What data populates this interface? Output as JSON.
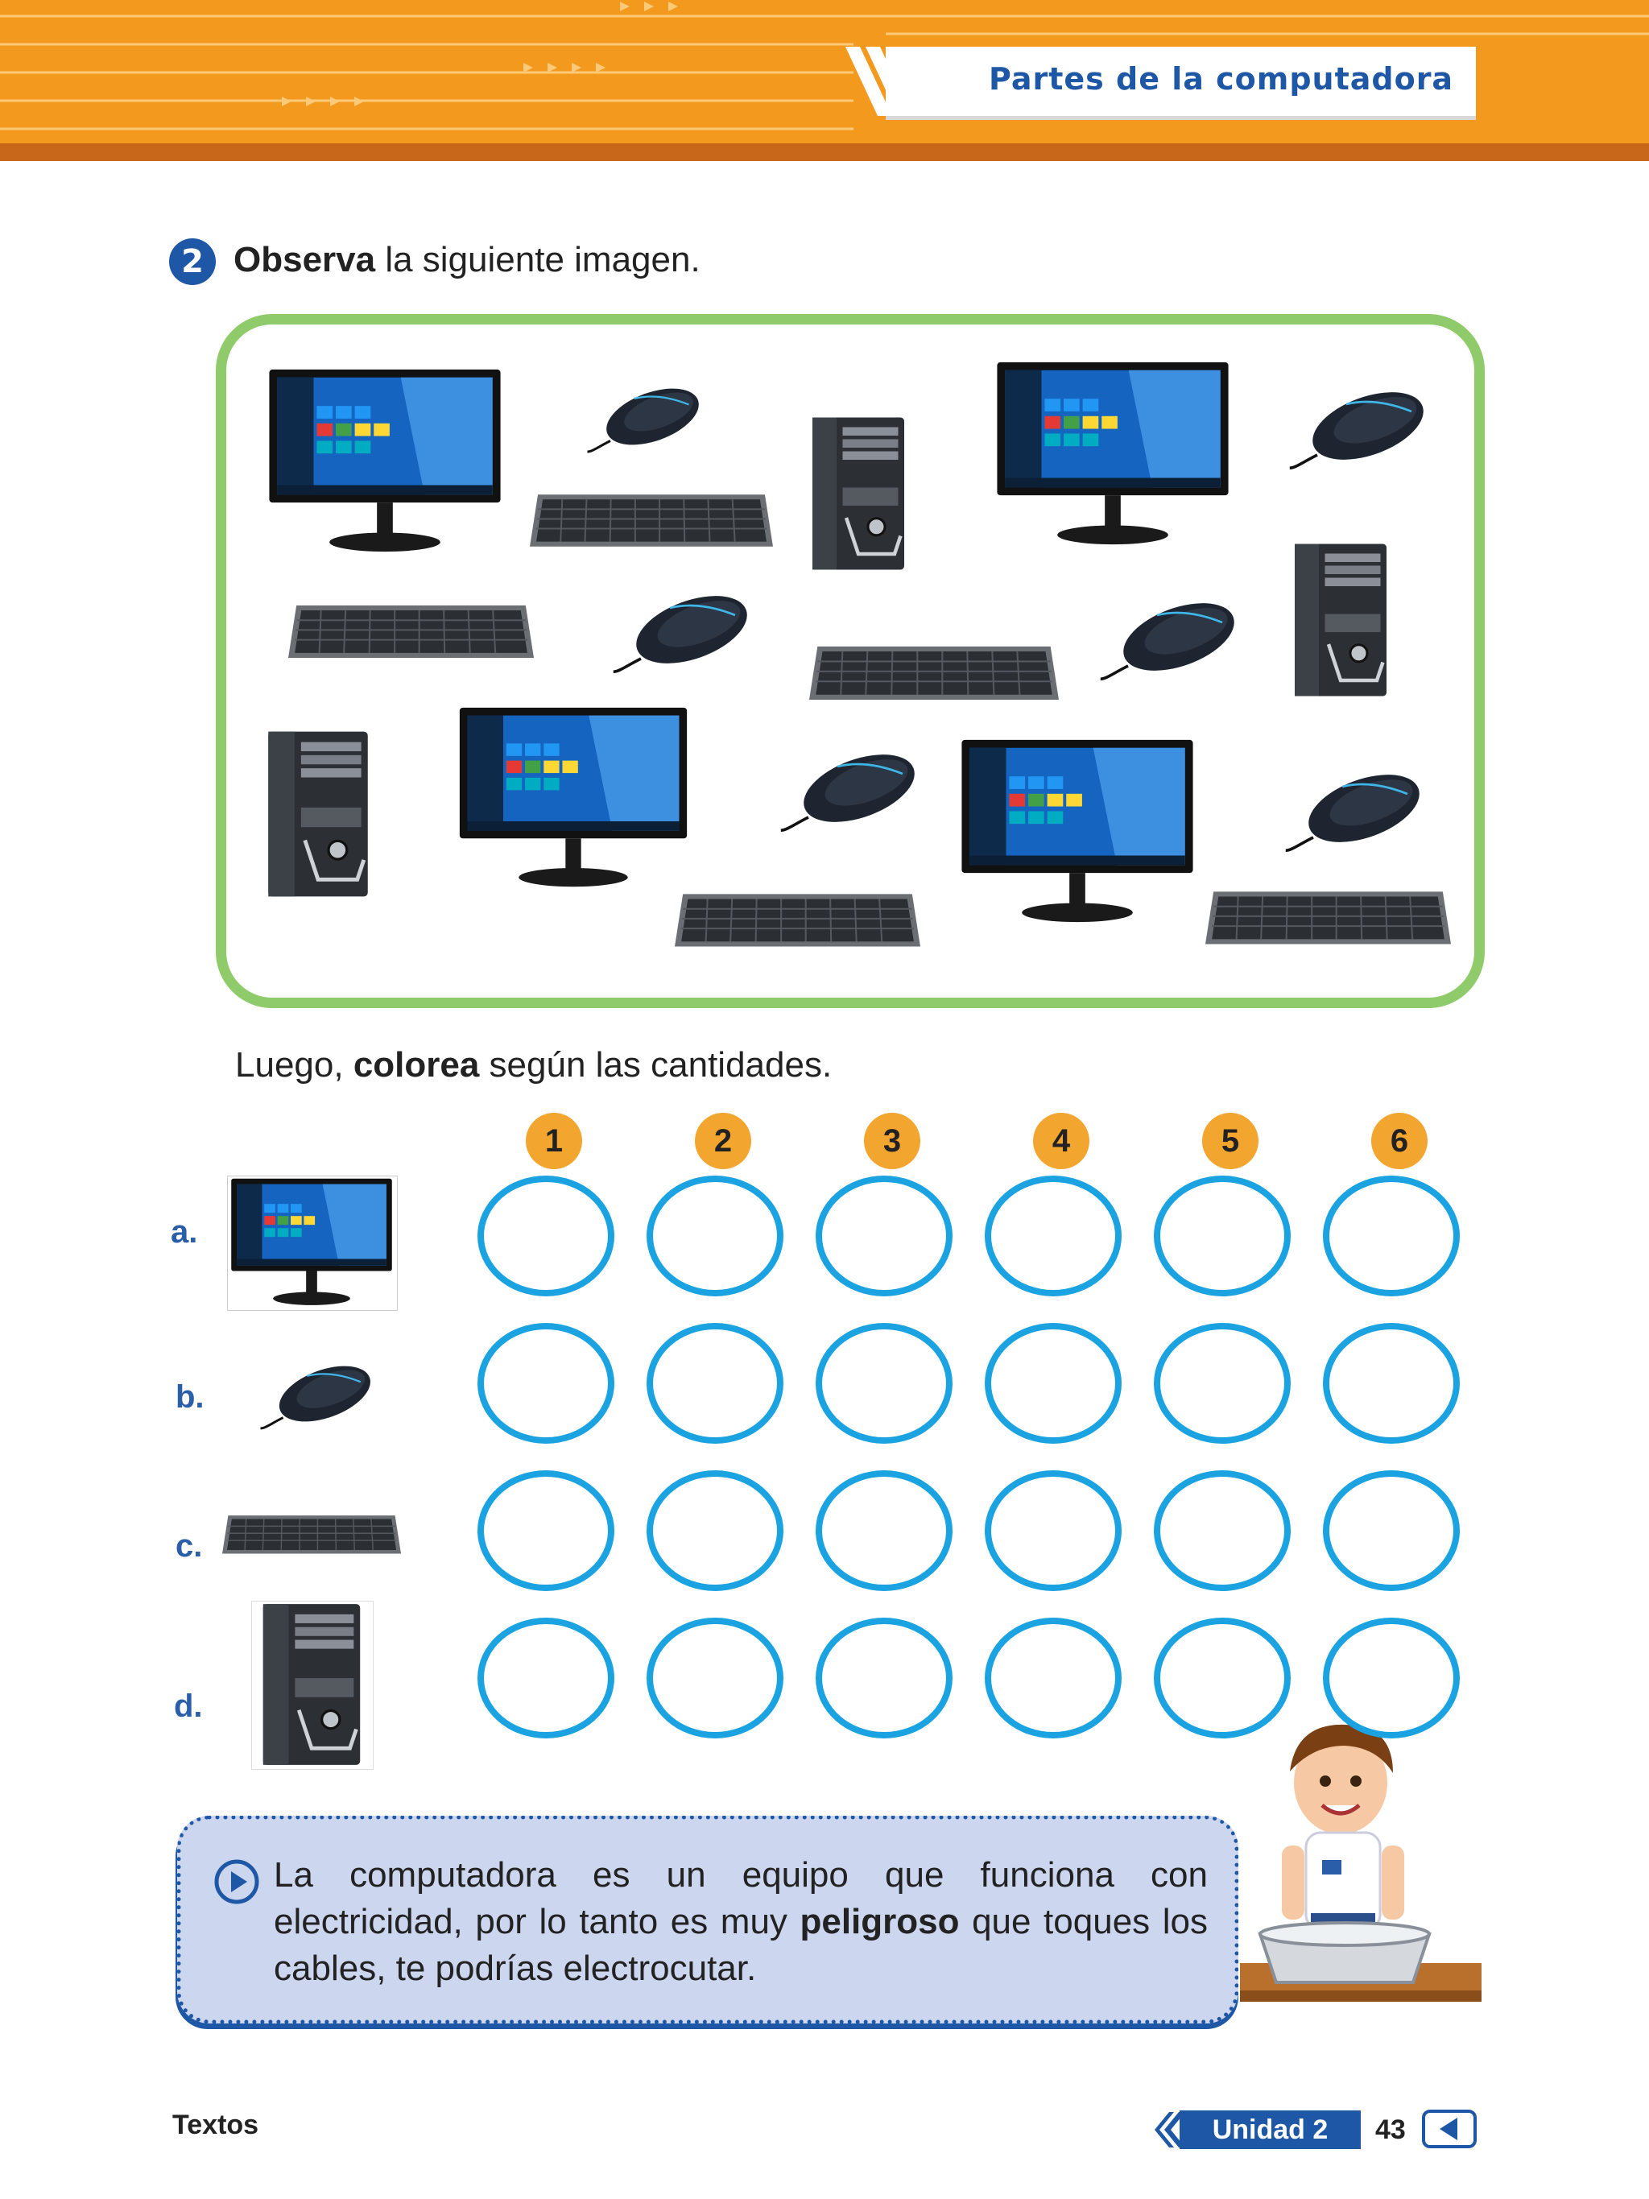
{
  "header": {
    "title": "Partes de la computadora"
  },
  "activity": {
    "number": "2",
    "instruction_bold": "Observa",
    "instruction_rest": " la siguiente imagen.",
    "second_pre": "Luego, ",
    "second_bold": "colorea",
    "second_post": " según las cantidades."
  },
  "grid": {
    "numbers": [
      "1",
      "2",
      "3",
      "4",
      "5",
      "6"
    ],
    "rows": [
      {
        "label": "a.",
        "item": "monitor"
      },
      {
        "label": "b.",
        "item": "mouse"
      },
      {
        "label": "c.",
        "item": "keyboard"
      },
      {
        "label": "d.",
        "item": "cpu-tower"
      }
    ]
  },
  "note": {
    "text_pre": "La computadora es un equipo que funciona con electricidad, por lo tanto es muy ",
    "text_bold": "peligroso",
    "text_post": " que toques los cables, te podrías  electrocutar."
  },
  "footer": {
    "left": "Textos",
    "unit": "Unidad 2",
    "page": "43"
  },
  "colors": {
    "orange": "#f39a1e",
    "blue": "#1e57a6",
    "ring": "#1aa3e0",
    "green_frame": "#8fcb6b",
    "note_bg": "#ccd6ee"
  },
  "icons": [
    "play-circle-icon",
    "chevron-left-icon",
    "back-arrow-icon"
  ]
}
